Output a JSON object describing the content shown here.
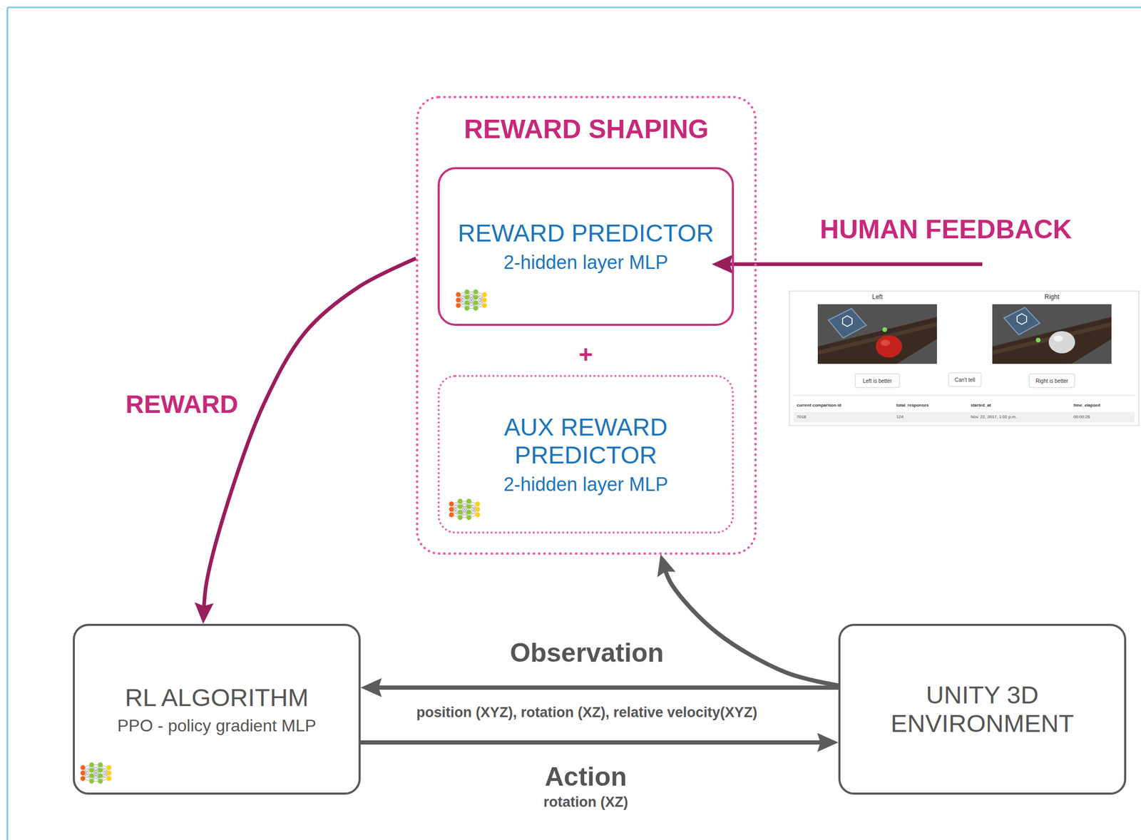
{
  "diagram": {
    "nodes": [
      {
        "text": [
          "REWARD SHAPING"
        ]
      },
      {
        "text": [
          "REWARD PREDICTOR",
          "2-hidden layer MLP"
        ],
        "in": 0
      },
      {
        "text": [
          "AUX REWARD PREDICTOR",
          "2-hidden layer MLP"
        ],
        "in": 0
      },
      {
        "text": [
          "RL ALGORITHM",
          "PPO - policy gradient MLP"
        ]
      },
      {
        "text": [
          "UNITY 3D ENVIRONMENT"
        ]
      }
    ],
    "edges": [
      {
        "from": 0,
        "to": 3,
        "label": "REWARD",
        "arrow": "to"
      },
      {
        "from": 4,
        "to": 3,
        "label": "Observation",
        "arrow": "to"
      },
      {
        "from": 3,
        "to": 4,
        "label": "Action",
        "arrow": "to"
      },
      {
        "from": 4,
        "to": 0,
        "arrow": "to"
      }
    ],
    "labels": [
      "HUMAN FEEDBACK",
      "+",
      "position (XYZ), rotation (XZ), relative velocity(XYZ)",
      "rotation (XZ)",
      "Left",
      "Right",
      "Left is better",
      "Can't tell",
      "Right is better",
      "current comparison id",
      "total_responses",
      "started_at",
      "time_elapsed",
      "7018",
      "124",
      "Nov. 22, 2017, 1:02 p.m.",
      "00:00:26"
    ]
  }
}
